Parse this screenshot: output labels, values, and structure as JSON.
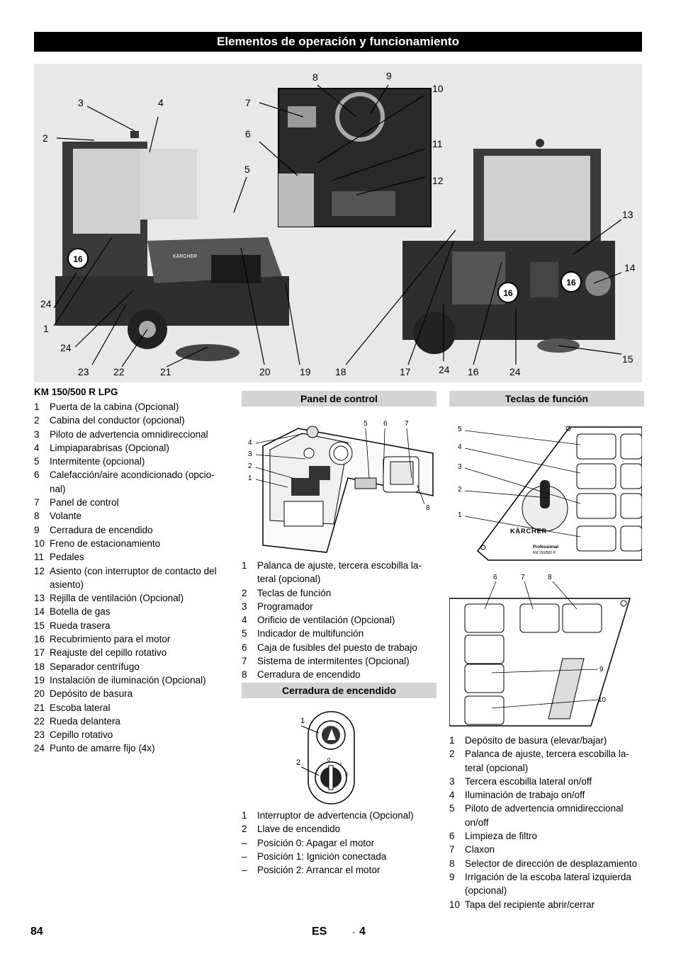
{
  "header": {
    "title": "Elementos de operación y funcionamiento"
  },
  "callouts": {
    "n1": "1",
    "n2": "2",
    "n3": "3",
    "n4": "4",
    "n5": "5",
    "n6": "6",
    "n7": "7",
    "n8": "8",
    "n9": "9",
    "n10": "10",
    "n11": "11",
    "n12": "12",
    "n13": "13",
    "n14": "14",
    "n15": "15",
    "n16": "16",
    "n17": "17",
    "n18": "18",
    "n19": "19",
    "n20": "20",
    "n21": "21",
    "n22": "22",
    "n23": "23",
    "n24": "24"
  },
  "machine_decals": {
    "badge": "16",
    "brand": "KÄRCHER"
  },
  "model_list": {
    "title": "KM 150/500 R LPG",
    "items": [
      {
        "num": "1",
        "text": "Puerta de la cabina (Opcional)"
      },
      {
        "num": "2",
        "text": "Cabina del conductor (opcional)"
      },
      {
        "num": "3",
        "text": "Piloto de advertencia omnidireccional"
      },
      {
        "num": "4",
        "text": "Limpiaparabrisas (Opcional)"
      },
      {
        "num": "5",
        "text": "Intermitente (opcional)"
      },
      {
        "num": "6",
        "text": "Calefacción/aire acondicionado (opcio-"
      },
      {
        "num": "",
        "text": "nal)"
      },
      {
        "num": "7",
        "text": "Panel de control"
      },
      {
        "num": "8",
        "text": "Volante"
      },
      {
        "num": "9",
        "text": "Cerradura de encendido"
      },
      {
        "num": "10",
        "text": "Freno de estacionamiento"
      },
      {
        "num": "11",
        "text": "Pedales"
      },
      {
        "num": "12",
        "text": "Asiento (con interruptor de contacto del"
      },
      {
        "num": "",
        "text": "asiento)"
      },
      {
        "num": "13",
        "text": "Rejilla de ventilación (Opcional)"
      },
      {
        "num": "14",
        "text": "Botella de gas"
      },
      {
        "num": "15",
        "text": "Rueda trasera"
      },
      {
        "num": "16",
        "text": "Recubrimiento para el motor"
      },
      {
        "num": "17",
        "text": "Reajuste del cepillo rotativo"
      },
      {
        "num": "18",
        "text": "Separador centrífugo"
      },
      {
        "num": "19",
        "text": "Instalación de iluminación (Opcional)"
      },
      {
        "num": "20",
        "text": "Depósito de basura"
      },
      {
        "num": "21",
        "text": "Escoba lateral"
      },
      {
        "num": "22",
        "text": "Rueda delantera"
      },
      {
        "num": "23",
        "text": "Cepillo rotativo"
      },
      {
        "num": "24",
        "text": "Punto de amarre fijo (4x)"
      }
    ]
  },
  "panel": {
    "title": "Panel de control",
    "diagram_numbers": {
      "a1": "1",
      "a2": "2",
      "a3": "3",
      "a4": "4",
      "a5": "5",
      "a6": "6",
      "a7": "7",
      "a8": "8"
    },
    "items": [
      {
        "num": "1",
        "text": "Palanca de ajuste, tercera escobilla la-"
      },
      {
        "num": "",
        "text": "teral (opcional)"
      },
      {
        "num": "2",
        "text": "Teclas de función"
      },
      {
        "num": "3",
        "text": "Programador"
      },
      {
        "num": "4",
        "text": "Orificio de ventilación (Opcional)"
      },
      {
        "num": "5",
        "text": "Indicador de multifunción"
      },
      {
        "num": "6",
        "text": "Caja de fusibles del puesto de trabajo"
      },
      {
        "num": "7",
        "text": "Sistema de intermitentes (Opcional)"
      },
      {
        "num": "8",
        "text": "Cerradura de encendido"
      }
    ]
  },
  "ignition": {
    "title": "Cerradura de encendido",
    "diagram_numbers": {
      "a1": "1",
      "a2": "2"
    },
    "positions": {
      "p0": "0",
      "p1": "I",
      "p2": "II"
    },
    "items": [
      {
        "num": "1",
        "text": "Interruptor de advertencia (Opcional)"
      },
      {
        "num": "2",
        "text": "Llave de encendido"
      },
      {
        "num": "–",
        "text": "Posición 0: Apagar el motor"
      },
      {
        "num": "–",
        "text": "Posición 1: Ignición conectada"
      },
      {
        "num": "–",
        "text": "Posición 2: Arrancar el motor"
      }
    ]
  },
  "function_keys": {
    "title": "Teclas de función",
    "diagram_numbers": {
      "a1": "1",
      "a2": "2",
      "a3": "3",
      "a4": "4",
      "a5": "5",
      "a6": "6",
      "a7": "7",
      "a8": "8",
      "a9": "9",
      "a10": "10"
    },
    "plate_brand": "KÄRCHER",
    "plate_line1": "Professional",
    "plate_line2": "KM 150/500 R",
    "items": [
      {
        "num": "1",
        "text": "Depósito de basura (elevar/bajar)"
      },
      {
        "num": "2",
        "text": "Palanca de ajuste, tercera escobilla la-"
      },
      {
        "num": "",
        "text": "teral (opcional)"
      },
      {
        "num": "3",
        "text": "Tercera escobilla lateral on/off"
      },
      {
        "num": "4",
        "text": "Iluminación de trabajo on/off"
      },
      {
        "num": "5",
        "text": "Piloto de advertencia omnidireccional"
      },
      {
        "num": "",
        "text": "on/off"
      },
      {
        "num": "6",
        "text": "Limpieza de filtro"
      },
      {
        "num": "7",
        "text": "Claxon"
      },
      {
        "num": "8",
        "text": "Selector de dirección de desplazamiento"
      },
      {
        "num": "9",
        "text": "Irrigación de la escoba lateral izquierda"
      },
      {
        "num": "",
        "text": "(opcional)"
      },
      {
        "num": "10",
        "text": "Tapa del recipiente abrir/cerrar"
      }
    ]
  },
  "footer": {
    "page": "84",
    "lang": "ES",
    "sep": "-",
    "sub": "4"
  }
}
